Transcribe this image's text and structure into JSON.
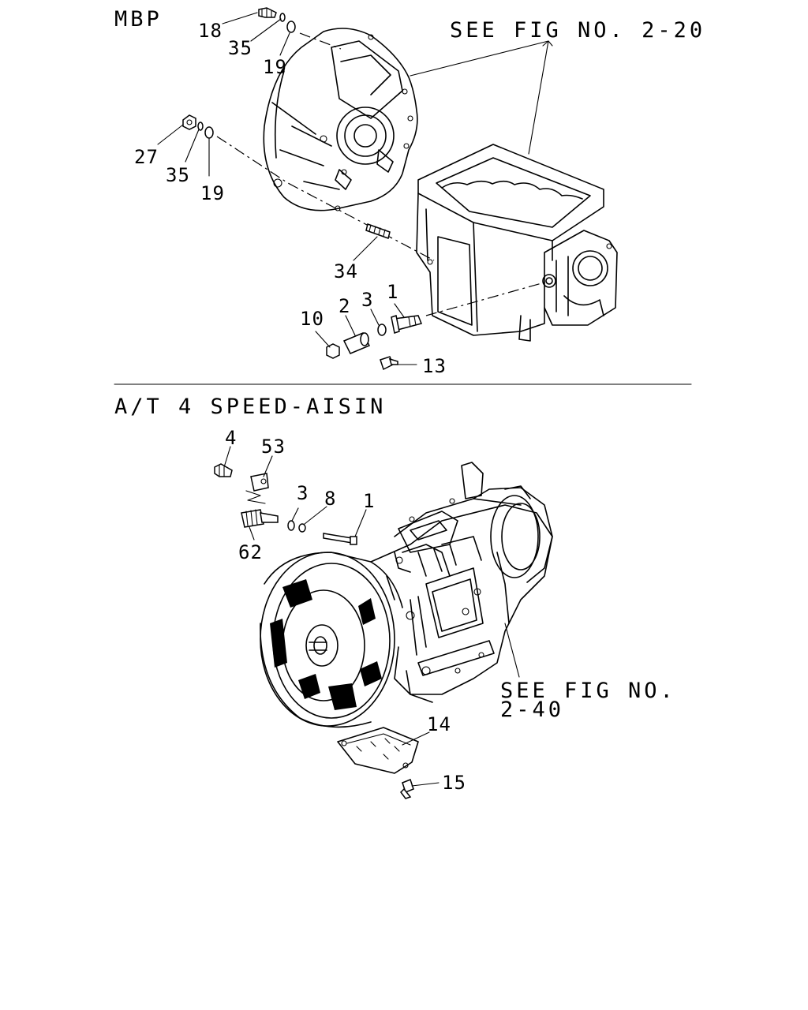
{
  "sections": {
    "mbp": {
      "title": "MBP",
      "see_fig": "SEE FIG NO. 2-20",
      "callouts": [
        "18",
        "35",
        "19",
        "27",
        "35",
        "19",
        "34",
        "10",
        "2",
        "3",
        "1",
        "13"
      ]
    },
    "at": {
      "title": "A/T 4 SPEED-AISIN",
      "see_fig_line1": "SEE FIG NO.",
      "see_fig_line2": "2-40",
      "callouts": [
        "4",
        "53",
        "3",
        "8",
        "1",
        "62",
        "14",
        "15"
      ]
    }
  }
}
